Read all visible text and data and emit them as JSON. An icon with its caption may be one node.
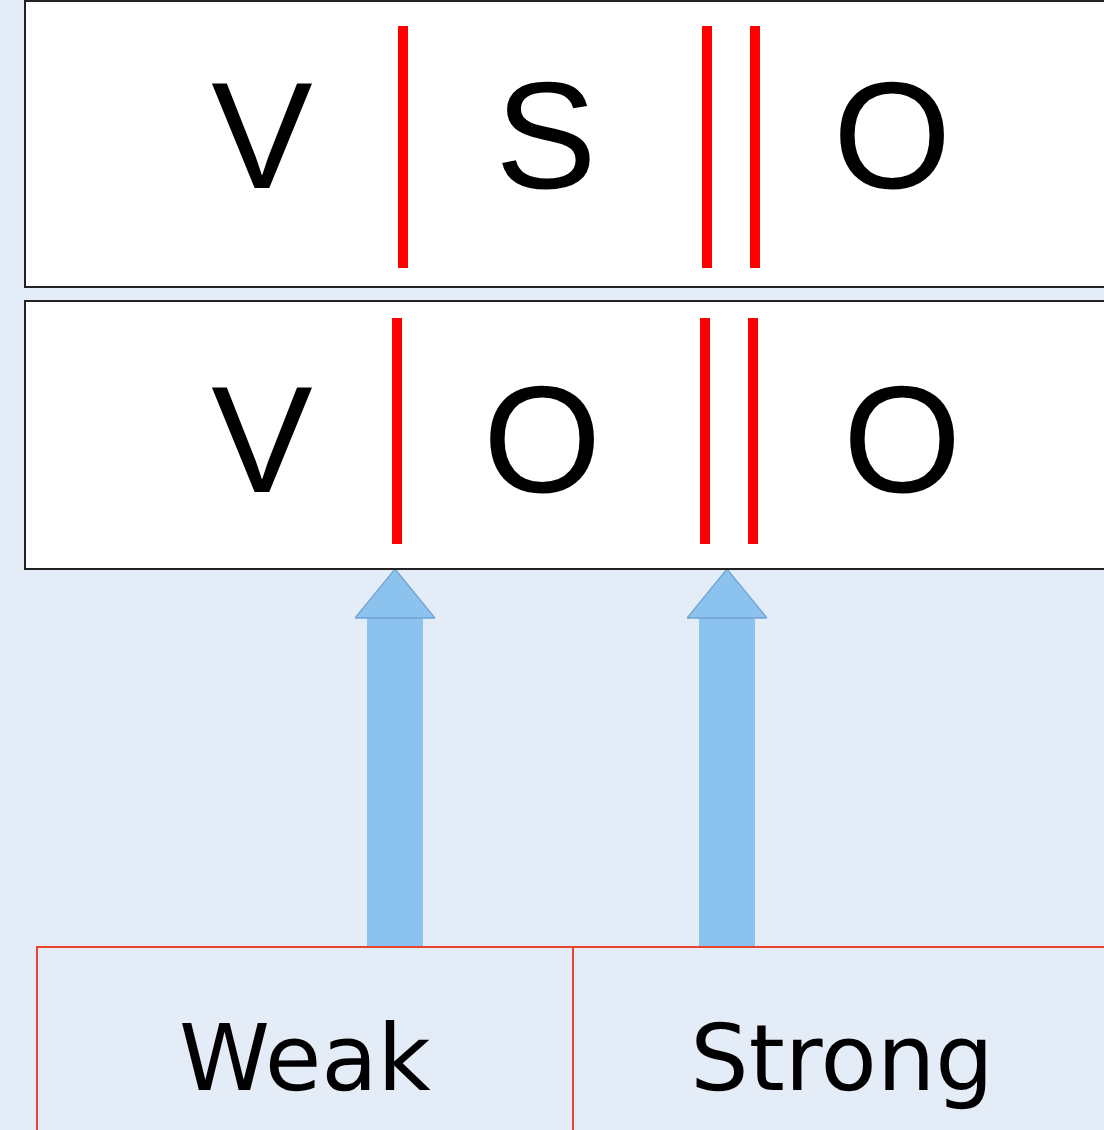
{
  "diagram": {
    "nodes": [
      {
        "text": [
          "V",
          "S",
          "O"
        ]
      },
      {
        "text": [],
        "shape": "bar",
        "in": 0
      },
      {
        "text": [],
        "shape": "bar",
        "in": 0
      },
      {
        "text": [
          "V",
          "O",
          "O"
        ]
      },
      {
        "text": [],
        "shape": "bar",
        "in": 3
      },
      {
        "text": [],
        "shape": "bar",
        "in": 3
      },
      {
        "text": [
          "Weak"
        ]
      },
      {
        "text": [
          "Strong"
        ]
      }
    ],
    "edges": [
      {
        "from": 6,
        "to": 4,
        "arrow": "to"
      },
      {
        "from": 7,
        "to": 5,
        "arrow": "to"
      }
    ]
  }
}
